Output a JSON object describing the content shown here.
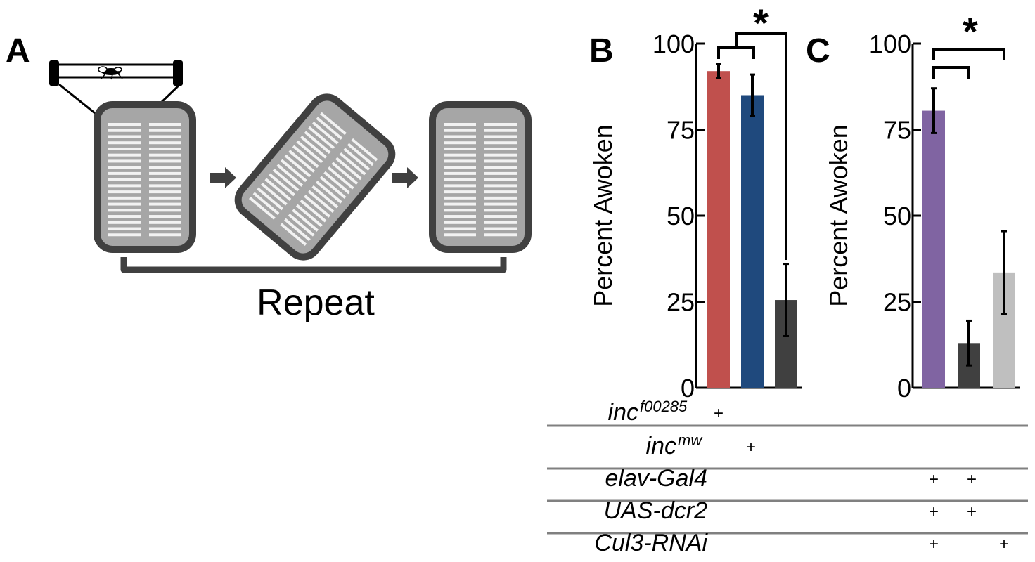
{
  "panels": {
    "a": {
      "letter": "A",
      "repeat_label": "Repeat"
    },
    "b": {
      "letter": "B"
    },
    "c": {
      "letter": "C"
    }
  },
  "colors": {
    "bar_b1": "#c0504d",
    "bar_b2": "#1f497d",
    "bar_b3": "#404040",
    "bar_c1": "#8064a2",
    "bar_c2": "#404040",
    "bar_c3": "#bfbfbf",
    "tray_outline": "#404040",
    "tray_fill": "#a6a6a6",
    "slot": "#f2f2f2",
    "divider": "#808080"
  },
  "chart_data": [
    {
      "type": "bar",
      "panel": "B",
      "ylabel": "Percent Awoken",
      "ylim": [
        0,
        100
      ],
      "yticks": [
        0,
        25,
        50,
        75,
        100
      ],
      "values": [
        92,
        85,
        25.5
      ],
      "errors": [
        2,
        6,
        10.5
      ],
      "significance": "*"
    },
    {
      "type": "bar",
      "panel": "C",
      "ylabel": "Percent Awoken",
      "ylim": [
        0,
        100
      ],
      "yticks": [
        0,
        25,
        50,
        75,
        100
      ],
      "values": [
        80.5,
        13,
        33.5
      ],
      "errors": [
        6.5,
        6.5,
        12
      ],
      "significance": "*"
    }
  ],
  "genotype_table": {
    "rows": [
      {
        "label": "inc",
        "sup": "f00285",
        "marks": [
          "+",
          "",
          "",
          "",
          "",
          ""
        ]
      },
      {
        "label": "inc",
        "sup": "mw",
        "marks": [
          "",
          "+",
          "",
          "",
          "",
          ""
        ]
      },
      {
        "label": "elav-Gal4",
        "sup": "",
        "marks": [
          "",
          "",
          "",
          "+",
          "+",
          ""
        ]
      },
      {
        "label": "UAS-dcr2",
        "sup": "",
        "marks": [
          "",
          "",
          "",
          "+",
          "+",
          ""
        ]
      },
      {
        "label": "Cul3-RNAi",
        "sup": "",
        "marks": [
          "",
          "",
          "",
          "+",
          "",
          "+"
        ]
      }
    ]
  }
}
